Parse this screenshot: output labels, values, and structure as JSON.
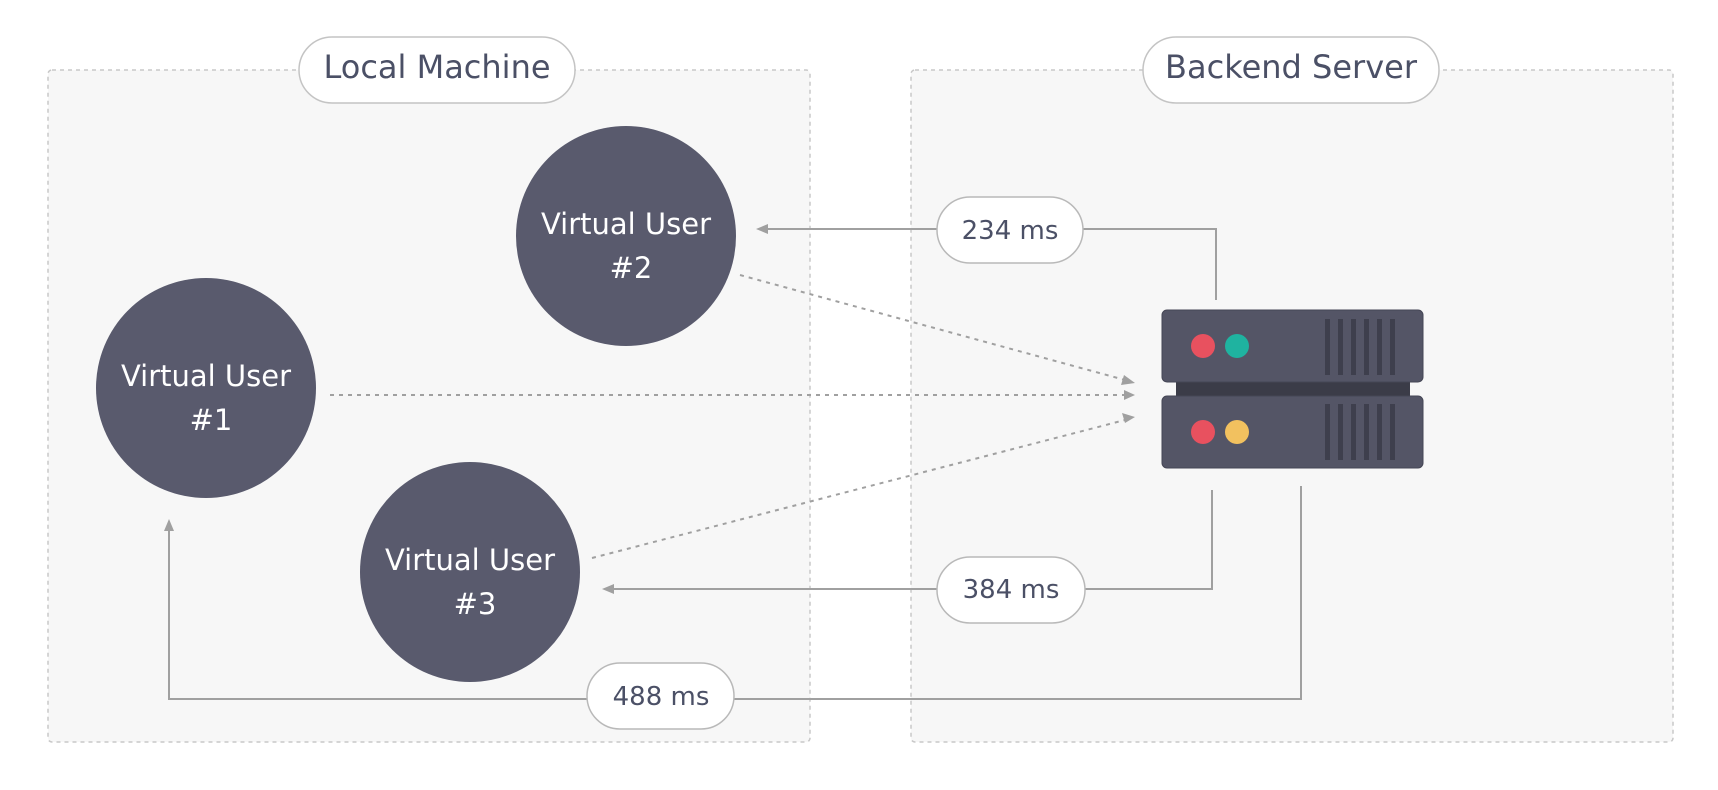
{
  "regions": {
    "local": {
      "label": "Local Machine"
    },
    "backend": {
      "label": "Backend Server"
    }
  },
  "users": [
    {
      "line1": "Virtual User",
      "line2": "#1"
    },
    {
      "line1": "Virtual User",
      "line2": "#2"
    },
    {
      "line1": "Virtual User",
      "line2": "#3"
    }
  ],
  "latencies": {
    "user2": "234 ms",
    "user3": "384 ms",
    "user1": "488 ms"
  },
  "server": {
    "icon": "server-icon",
    "top_lights": [
      "#e8515f",
      "#1fb3a0"
    ],
    "bottom_lights": [
      "#e8515f",
      "#f2c15f"
    ]
  },
  "colors": {
    "user_fill": "#595a6d",
    "server_fill": "#545566",
    "text": "#4b5066",
    "connector": "#a0a0a0"
  }
}
